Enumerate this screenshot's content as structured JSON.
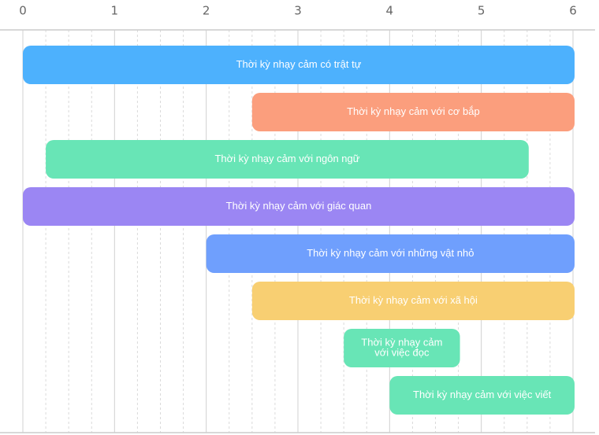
{
  "chart_data": {
    "type": "bar",
    "orientation": "horizontal-range",
    "title": "",
    "xlabel": "",
    "ylabel": "",
    "xlim": [
      0,
      6
    ],
    "x_ticks": [
      "0",
      "1",
      "2",
      "3",
      "4",
      "5",
      "6"
    ],
    "grid": true,
    "legend": "none",
    "series": [
      {
        "label": [
          "Thời kỳ nhạy cảm có trật tự"
        ],
        "start": 0,
        "end": 6,
        "color": "#4db1fd"
      },
      {
        "label": [
          "Thời kỳ nhạy cảm với cơ bắp"
        ],
        "start": 2.5,
        "end": 6,
        "color": "#fb9e7d"
      },
      {
        "label": [
          "Thời kỳ nhạy cảm với ngôn ngữ"
        ],
        "start": 0.25,
        "end": 5.5,
        "color": "#68e5b6"
      },
      {
        "label": [
          "Thời kỳ nhạy cảm với giác quan"
        ],
        "start": 0,
        "end": 6,
        "color": "#9b86f3"
      },
      {
        "label": [
          "Thời kỳ nhạy cảm với những vật nhỏ"
        ],
        "start": 2,
        "end": 6,
        "color": "#6f9ffd"
      },
      {
        "label": [
          "Thời kỳ nhạy cảm với xã hội"
        ],
        "start": 2.5,
        "end": 6,
        "color": "#f8cf72"
      },
      {
        "label": [
          "Thời kỳ nhạy cảm",
          "với việc đọc"
        ],
        "start": 3.5,
        "end": 4.75,
        "color": "#68e5b6"
      },
      {
        "label": [
          "Thời kỳ nhạy cảm với việc viết"
        ],
        "start": 4,
        "end": 6,
        "color": "#68e5b6"
      }
    ]
  }
}
